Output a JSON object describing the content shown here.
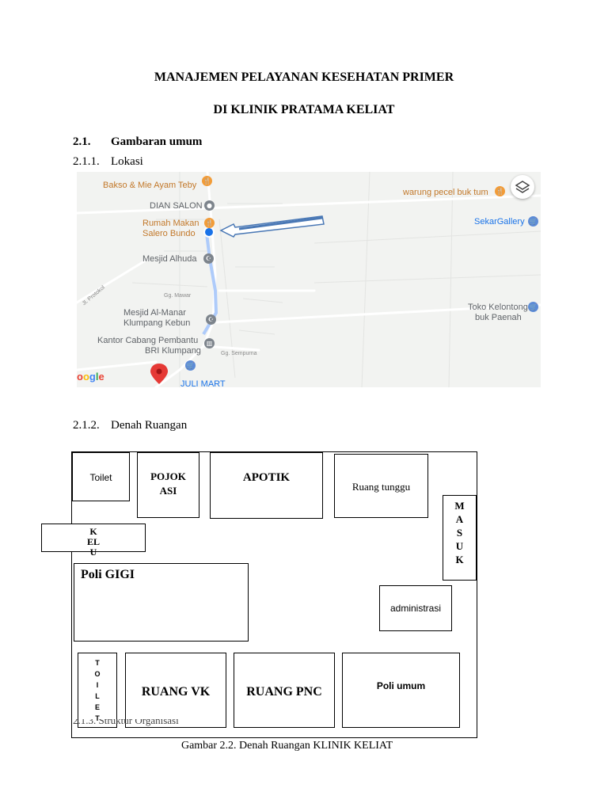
{
  "heading": {
    "line1": "MANAJEMEN PELAYANAN KESEHATAN PRIMER",
    "line2": "DI KLINIK PRATAMA KELIAT"
  },
  "section_2_1": {
    "number": "2.1.",
    "title": "Gambaran umum"
  },
  "section_2_1_1": {
    "number": "2.1.1.",
    "title": "Lokasi"
  },
  "map": {
    "places": {
      "bakso": "Bakso & Mie Ayam Teby",
      "dian_salon": "DIAN SALON",
      "rumah_makan_1": "Rumah Makan",
      "rumah_makan_2": "Salero Bundo",
      "mesjid_alhuda": "Mesjid Alhuda",
      "mesjid_almanar_1": "Mesjid Al-Manar",
      "mesjid_almanar_2": "Klumpang Kebun",
      "kantor_1": "Kantor Cabang Pembantu",
      "kantor_2": "BRI Klumpang",
      "juli_mart": "JULI MART",
      "warung": "warung pecel buk tum",
      "sekar": "SekarGallery",
      "toko_1": "Toko Kelontong",
      "toko_2": "buk Paenah"
    },
    "roads": {
      "protokol": "Jl. Protokol",
      "mawar": "Gg. Mawar",
      "sempurna": "Gg. Sempurna"
    },
    "logo": "oogle",
    "icons": [
      "restaurant-icon",
      "place-icon",
      "mosque-icon",
      "bank-icon",
      "shop-icon",
      "layers-icon",
      "location-pin-icon"
    ],
    "colors": {
      "restaurant": "#f29c38",
      "place": "#7d848c",
      "shop": "#5c8bd6",
      "pin": "#e53935",
      "arrow": "#4a78b5",
      "dot": "#1a73e8"
    }
  },
  "section_2_1_2": {
    "number": "2.1.2.",
    "title": "Denah Ruangan"
  },
  "floorplan": {
    "toilet_top": "Toilet",
    "pojok_asi_1": "POJOK",
    "pojok_asi_2": "ASI",
    "apotik": "APOTIK",
    "ruang_tunggu": "Ruang tunggu",
    "masuk": "M\nA\nS\nU\nK",
    "keluar": "K\nEL\nU",
    "poli_gigi": "Poli GIGI",
    "administrasi": "administrasi",
    "toilet_side": "T\nO\nI\nL\nE\nT",
    "ruang_vk": "RUANG VK",
    "ruang_pnc": "RUANG PNC",
    "poli_umum": "Poli umum"
  },
  "overlap_text": "2.1.3.   Struktur Organisasi",
  "caption": "Gambar 2.2. Denah Ruangan KLINIK KELIAT"
}
